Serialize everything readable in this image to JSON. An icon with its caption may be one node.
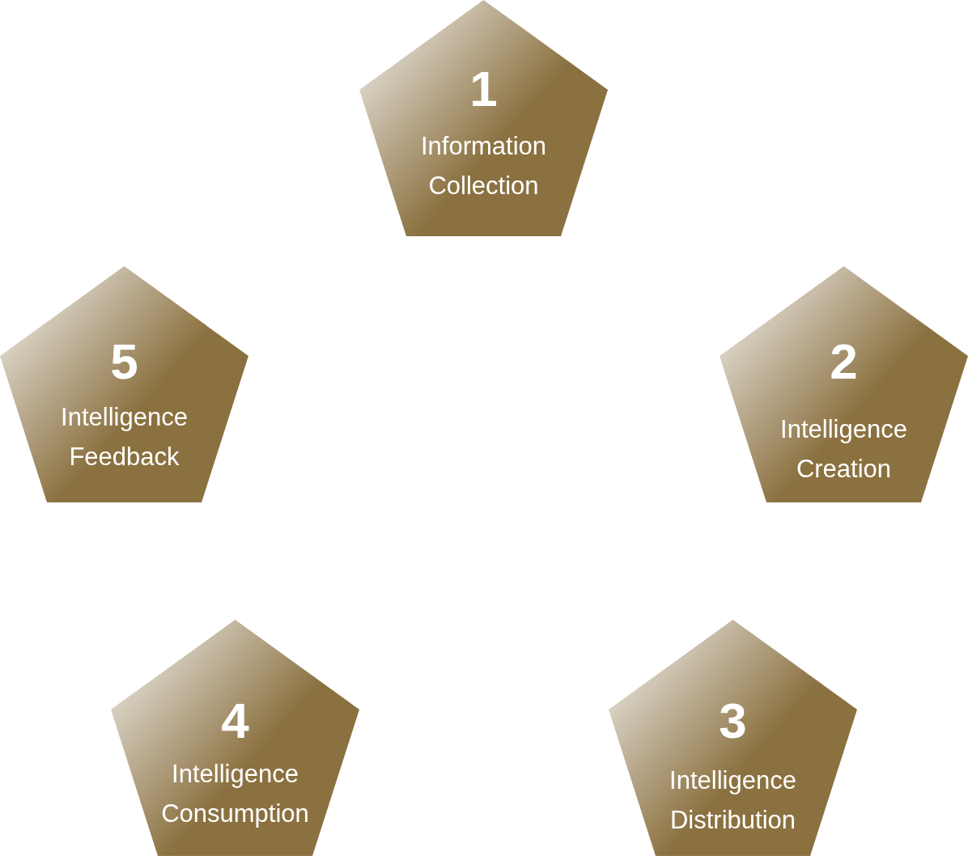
{
  "diagram": {
    "nodes": [
      {
        "text": [
          "1",
          "Information Collection"
        ]
      },
      {
        "text": [
          "2",
          "Intelligence Creation"
        ]
      },
      {
        "text": [
          "3",
          "Intelligence Distribution"
        ]
      },
      {
        "text": [
          "4",
          "Intelligence Consumption"
        ]
      },
      {
        "text": [
          "5",
          "Intelligence Feedback"
        ]
      }
    ]
  }
}
